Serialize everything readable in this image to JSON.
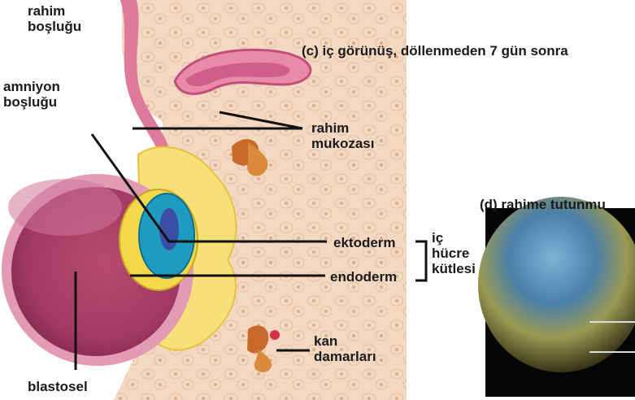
{
  "labels": {
    "uterine_cavity": "rahim\nboşluğu",
    "amniotic_cavity": "amniyon\nboşluğu",
    "view_c": "(c) iç görünüş, döllenmeden 7 gün sonra",
    "endometrium": "rahim\nmukozası",
    "view_d": "(d) rahime tutunmu",
    "ectoderm": "ektoderm",
    "endoderm": "endoderm",
    "inner_cell_mass": "iç\nhücre\nkütlesi",
    "blood_vessels": "kan\ndamarları",
    "blastocoel": "blastosel"
  },
  "colors": {
    "tissue": "#f3d9c2",
    "epithelium": "#d9668c",
    "blastocyst_wall": "#c44b78",
    "inner_mass_blue": "#1f9bc0",
    "yolk_yellow": "#f2d84a",
    "vessel_orange": "#c96a2a",
    "text": "#1a1a1a"
  }
}
